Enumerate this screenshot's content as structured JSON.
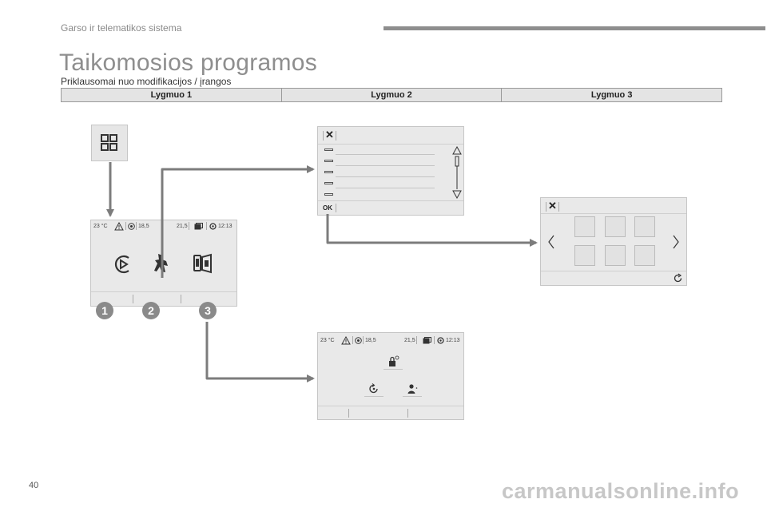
{
  "header": {
    "section_title": "Garso ir telematikos sistema"
  },
  "page": {
    "title": "Taikomosios programos",
    "subtitle": "Priklausomai nuo modifikacijos / įrangos",
    "number": "40"
  },
  "levels": [
    "Lygmuo 1",
    "Lygmuo 2",
    "Lygmuo 3"
  ],
  "status_bar": {
    "temp": "23 °C",
    "value_left": "18,5",
    "value_right": "21,5",
    "time": "12:13"
  },
  "list_screen": {
    "ok_label": "OK"
  },
  "callouts": [
    "1",
    "2",
    "3"
  ],
  "watermark": "carmanualsonline.info",
  "icons": {
    "apps": "apps-grid-icon",
    "close": "close-icon",
    "warning": "warning-icon",
    "connected": "connected-icon",
    "refresh": "refresh-icon"
  },
  "colors": {
    "arrow": "#7c7c7c",
    "callout": "#8a8a8a",
    "screen_bg": "#e9e9e9",
    "title": "#8e8e8e"
  }
}
